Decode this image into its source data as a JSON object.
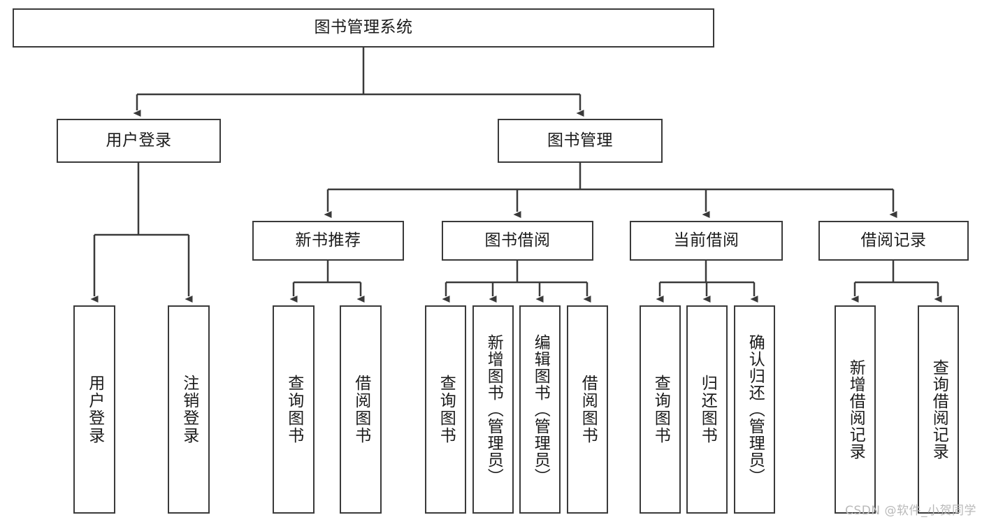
{
  "diagram": {
    "title": "图书管理系统",
    "watermark": "CSDN @软件_小贺同学",
    "line_color": "#3a3a3a",
    "box_fill": "#ffffff",
    "text_color": "#1b1b1b"
  },
  "nodes": {
    "root": {
      "label": "图书管理系统",
      "level": 1
    },
    "l2": [
      {
        "label": "用户登录",
        "level": 2
      },
      {
        "label": "图书管理",
        "level": 2
      }
    ],
    "l3": [
      {
        "label": "新书推荐",
        "level": 3
      },
      {
        "label": "图书借阅",
        "level": 3
      },
      {
        "label": "当前借阅",
        "level": 3
      },
      {
        "label": "借阅记录",
        "level": 3
      }
    ],
    "leaves_user_login": [
      {
        "label": "用户登录",
        "level": 3
      },
      {
        "label": "注销登录",
        "level": 3
      }
    ],
    "leaves_new_book": [
      {
        "label": "查询图书",
        "level": 4
      },
      {
        "label": "借阅图书",
        "level": 4
      }
    ],
    "leaves_borrow": [
      {
        "label": "查询图书",
        "level": 4
      },
      {
        "label": "新增图书（管理员）",
        "level": 4
      },
      {
        "label": "编辑图书（管理员）",
        "level": 4
      },
      {
        "label": "借阅图书",
        "level": 4
      }
    ],
    "leaves_current": [
      {
        "label": "查询图书",
        "level": 4
      },
      {
        "label": "归还图书",
        "level": 4
      },
      {
        "label": "确认归还（管理员）",
        "level": 4
      }
    ],
    "leaves_records": [
      {
        "label": "新增借阅记录",
        "level": 4
      },
      {
        "label": "查询借阅记录",
        "level": 4
      }
    ]
  }
}
